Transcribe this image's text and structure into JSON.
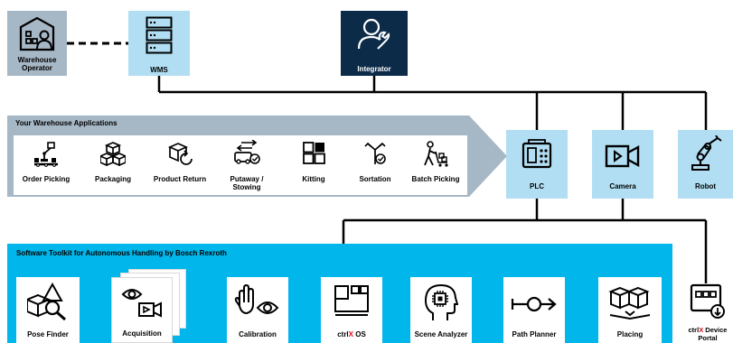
{
  "colors": {
    "light_blue": "#b1def2",
    "cyan": "#00b6ea",
    "navy": "#0c2b48",
    "gray": "#a6b7c5",
    "brand_red": "#e30613"
  },
  "top": {
    "warehouse_operator": "Warehouse Operator",
    "wms": "WMS",
    "integrator": "Integrator"
  },
  "apps": {
    "title": "Your Warehouse Applications",
    "items": [
      {
        "label": "Order Picking",
        "icon": "order-picking-icon"
      },
      {
        "label": "Packaging",
        "icon": "packaging-icon"
      },
      {
        "label": "Product Return",
        "icon": "product-return-icon"
      },
      {
        "label": "Putaway /\nStowing",
        "icon": "putaway-icon"
      },
      {
        "label": "Kitting",
        "icon": "kitting-icon"
      },
      {
        "label": "Sortation",
        "icon": "sortation-icon"
      },
      {
        "label": "Batch Picking",
        "icon": "batch-picking-icon"
      }
    ]
  },
  "devices": {
    "plc": "PLC",
    "camera": "Camera",
    "robot": "Robot"
  },
  "toolkit": {
    "title": "Software Toolkit for Autonomous Handling by Bosch Rexroth",
    "items": [
      {
        "label": "Pose Finder",
        "icon": "pose-finder-icon"
      },
      {
        "label": "Acquisition",
        "icon": "acquisition-icon"
      },
      {
        "label": "Calibration",
        "icon": "calibration-icon"
      },
      {
        "label_prefix": "ctrl",
        "label_brand": "X",
        "label_suffix": " OS",
        "icon": "ctrlx-os-icon"
      },
      {
        "label": "Scene Analyzer",
        "icon": "scene-analyzer-icon"
      },
      {
        "label": "Path Planner",
        "icon": "path-planner-icon"
      },
      {
        "label": "Placing",
        "icon": "placing-icon"
      }
    ]
  },
  "portal": {
    "prefix": "ctrl",
    "brand": "X",
    "suffix": " Device",
    "line2": "Portal"
  }
}
